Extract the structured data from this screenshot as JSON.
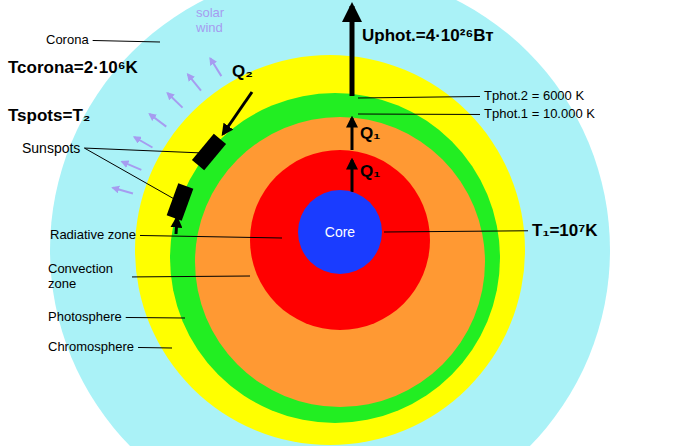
{
  "diagram": {
    "nodes": [
      {
        "text": [
          "Core"
        ]
      }
    ],
    "labels": [
      "Corona",
      "Tcorona=2·10⁶K",
      "solar wind",
      "Q₂",
      "Uphot.=4·10²⁶Вт",
      "Tphot.2 = 6000 K",
      "Tphot.1 = 10.000 K",
      "Q₁",
      "Q₁",
      "T₁=10⁷K",
      "Tspots=T₂",
      "Sunspots",
      "Radiative zone",
      "Convection zone",
      "Photosphere",
      "Chromosphere"
    ]
  }
}
